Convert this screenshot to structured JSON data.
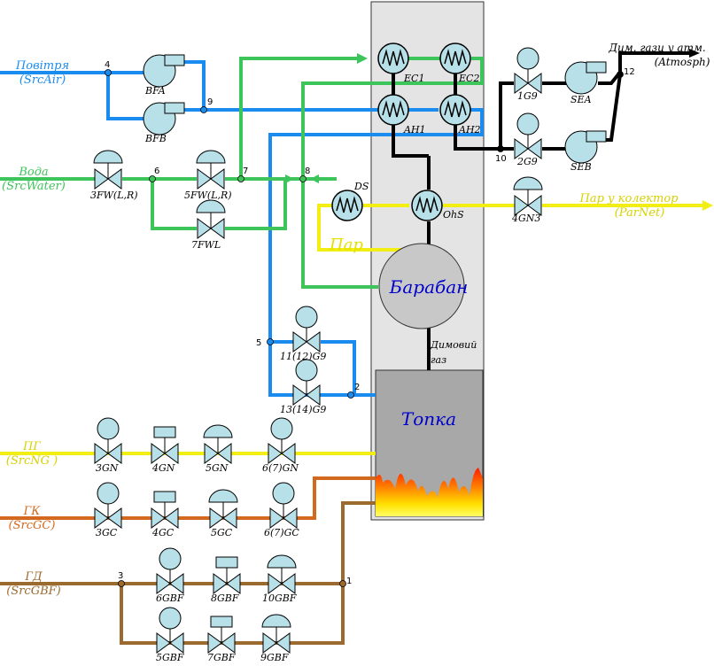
{
  "colors": {
    "air": "#1a8cf0",
    "water": "#3dc45a",
    "steam": "#f2ee14",
    "ng": "#f2ee14",
    "gc": "#d2691e",
    "gbf": "#9b6a2e",
    "flue": "#000000",
    "equipment": "#b7e0e8",
    "boiler_bg": "#e4e4e4",
    "furnace_bg": "#a8a8a8"
  },
  "sources": {
    "air": {
      "name": "Повітря",
      "code": "(SrcAir)"
    },
    "water": {
      "name": "Вода",
      "code": "(SrcWater)"
    },
    "ng": {
      "name": "ПГ",
      "code": "(SrcNG )"
    },
    "gc": {
      "name": "ГК",
      "code": "(SrcGC)"
    },
    "gbf": {
      "name": "ГД",
      "code": "(SrcGBF)"
    }
  },
  "outputs": {
    "atm": {
      "name": "Дим. гази у атм.",
      "code": "(Atmosph)"
    },
    "steam": {
      "name": "Пар у колектор",
      "code": "(ParNet)"
    }
  },
  "drum_label": "Барабан",
  "furnace_label": "Топка",
  "steam_label": "Пар",
  "flue_label_1": "Димовий",
  "flue_label_2": "газ",
  "heat_exchangers": {
    "ec1": "EC1",
    "ec2": "EC2",
    "ah1": "AH1",
    "ah2": "AH2",
    "ds": "DS",
    "ohs": "OhS"
  },
  "fans": {
    "bfa": "BFA",
    "bfb": "BFB",
    "sea": "SEA",
    "seb": "SEB"
  },
  "valves": {
    "v1g9": "1G9",
    "v2g9": "2G9",
    "v4gn3": "4GN3",
    "v3fw": "3FW(L,R)",
    "v5fw": "5FW(L,R)",
    "v7fwl": "7FWL",
    "v11g9": "11(12)G9",
    "v13g9": "13(14)G9",
    "v3gn": "3GN",
    "v4gn": "4GN",
    "v5gn": "5GN",
    "v67gn": "6(7)GN",
    "v3gc": "3GC",
    "v4gc": "4GC",
    "v5gc": "5GC",
    "v67gc": "6(7)GC",
    "v6gbf": "6GBF",
    "v8gbf": "8GBF",
    "v10gbf": "10GBF",
    "v5gbf": "5GBF",
    "v7gbf": "7GBF",
    "v9gbf": "9GBF"
  },
  "nodes": {
    "n1": "1",
    "n2": "2",
    "n3": "3",
    "n4": "4",
    "n5": "5",
    "n6": "6",
    "n7": "7",
    "n8": "8",
    "n9": "9",
    "n10": "10",
    "n12": "12"
  }
}
